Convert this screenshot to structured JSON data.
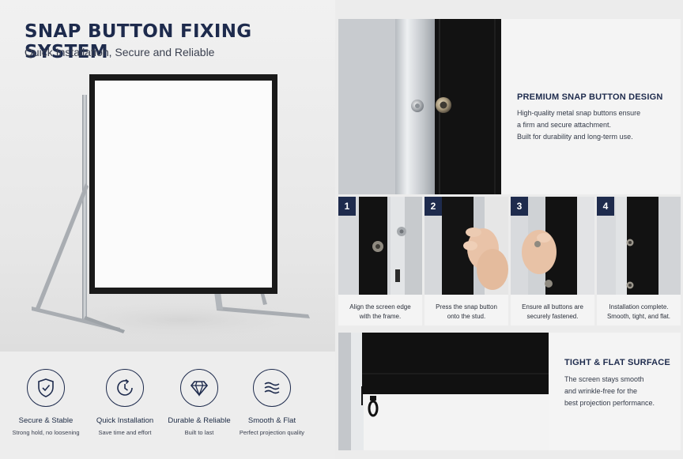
{
  "hero": {
    "title": "SNAP BUTTON FIXING SYSTEM",
    "subtitle": "Quick Installation, Secure and Reliable"
  },
  "features": [
    {
      "icon": "shield-check-icon",
      "title": "Secure & Stable",
      "desc": "Strong hold, no loosening"
    },
    {
      "icon": "clock-arrow-icon",
      "title": "Quick Installation",
      "desc": "Save time and effort"
    },
    {
      "icon": "diamond-icon",
      "title": "Durable & Reliable",
      "desc": "Built to last"
    },
    {
      "icon": "waves-icon",
      "title": "Smooth & Flat",
      "desc": "Perfect projection quality"
    }
  ],
  "premium": {
    "heading": "PREMIUM SNAP BUTTON DESIGN",
    "line1": "High-quality metal snap buttons ensure",
    "line2": "a firm and secure attachment.",
    "line3": "Built for durability and long-term use."
  },
  "steps": [
    {
      "num": "1",
      "line1": "Align the screen edge",
      "line2": "with the frame."
    },
    {
      "num": "2",
      "line1": "Press the snap button",
      "line2": "onto the stud."
    },
    {
      "num": "3",
      "line1": "Ensure all buttons are",
      "line2": "securely fastened."
    },
    {
      "num": "4",
      "line1": "Installation complete.",
      "line2": "Smooth, tight, and flat."
    }
  ],
  "surface": {
    "heading": "TIGHT & FLAT SURFACE",
    "line1": "The screen stays smooth",
    "line2": "and wrinkle-free for the",
    "line3": "best projection performance."
  },
  "colors": {
    "navy": "#1e2b4d",
    "fabric": "#151515",
    "aluminum": "#c9ccd0"
  }
}
